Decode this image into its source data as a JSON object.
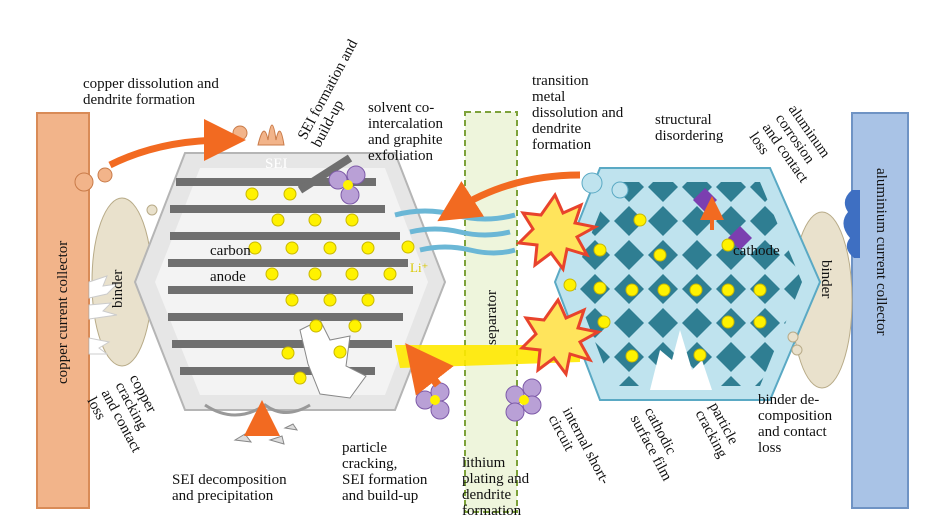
{
  "labels": {
    "copper_collector": "copper current collector",
    "aluminum_collector": "aluminium current collector",
    "binder_left": "binder",
    "binder_right": "binder",
    "separator": "separator",
    "carbon_anode": "carbon\nanode",
    "cathode": "cathode",
    "sei": "SEI",
    "li_plus": "Li⁺",
    "copper_dissolution": "copper dissolution and\ndendrite formation",
    "sei_formation": "SEI formation and\nbuild-up",
    "solvent_cointercalation": "solvent co-\nintercalation\nand graphite\nexfoliation",
    "transition_metal": "transition\nmetal\ndissolution and\ndendrite\nformation",
    "structural_disordering": "structural\ndisordering",
    "aluminum_corrosion": "aluminum\ncorrosion\nand contact\nloss",
    "copper_cracking": "copper\ncracking\nand contact\nloss",
    "sei_decomposition": "SEI decomposition\nand precipitation",
    "particle_cracking_sei": "particle\ncracking,\nSEI formation\nand build-up",
    "lithium_plating": "lithium\nplating and\ndendrite\nformation",
    "internal_short": "internal short-\ncircuit",
    "cathodic_surface_film": "cathodic\nsurface film",
    "particle_cracking": "particle\ncracking",
    "binder_decomposition": "binder de-\ncomposition\nand contact\nloss"
  },
  "colors": {
    "copper": "#f2b48a",
    "aluminum": "#a9c3e6",
    "anode_frame": "#e6e6e6",
    "graphite": "#6f6f6f",
    "cathode_frame": "#bfe3ee",
    "cathode_diamond": "#2f7e92",
    "particle": "#fff200",
    "arrow": "#f26a21",
    "binder": "#e9e1cc",
    "separator": "#eef5dc",
    "purple": "#b9a0d6"
  }
}
